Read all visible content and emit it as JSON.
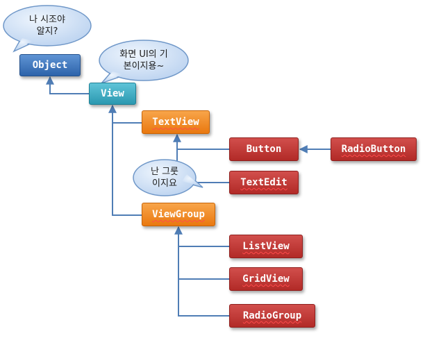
{
  "nodes": {
    "object": "Object",
    "view": "View",
    "textview": "TextView",
    "button": "Button",
    "radiobutton": "RadioButton",
    "textedit": "TextEdit",
    "viewgroup": "ViewGroup",
    "listview": "ListView",
    "gridview": "GridView",
    "radiogroup": "RadioGroup"
  },
  "callouts": {
    "object_note": "나 시조야\n알지?",
    "view_note": "화면 UI의 기\n본이지용~",
    "viewgroup_note": "난 그룻\n이지요"
  },
  "colors": {
    "connector": "#4f7db5",
    "root_class": "#2d63aa",
    "view_class": "#2b98b0",
    "container_class": "#e9780f",
    "leaf_class": "#b22a27",
    "callout_fill": "#c9ddf3",
    "callout_stroke": "#6f97c8"
  }
}
